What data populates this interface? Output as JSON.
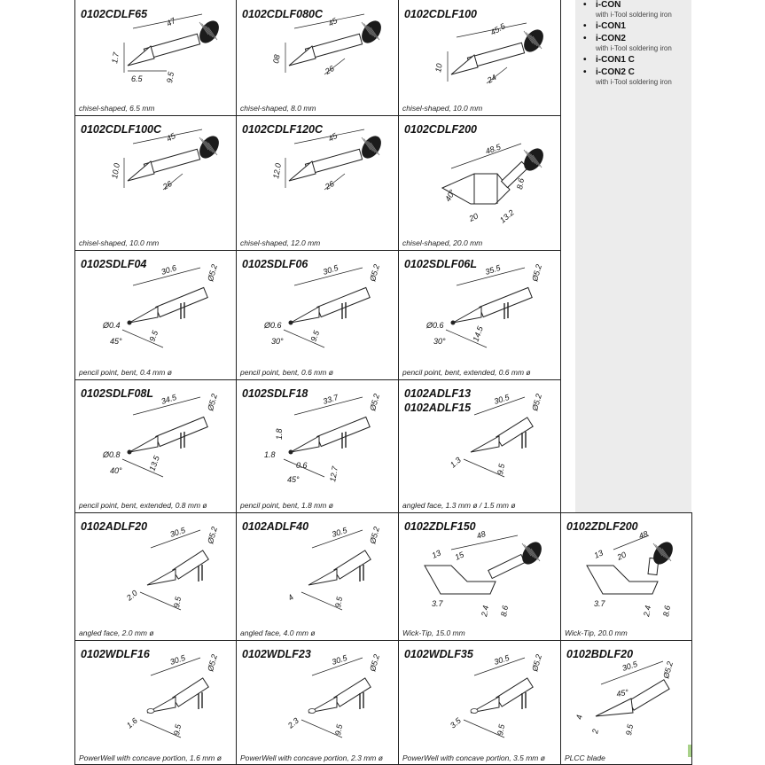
{
  "legend": [
    {
      "name": "i-CON",
      "sub": "with i-Tool soldering iron"
    },
    {
      "name": "i-CON1",
      "sub": ""
    },
    {
      "name": "i-CON2",
      "sub": "with i-Tool soldering iron"
    },
    {
      "name": "i-CON1 C",
      "sub": ""
    },
    {
      "name": "i-CON2 C",
      "sub": "with i-Tool soldering iron"
    }
  ],
  "tips": [
    {
      "code": "0102CDLF65",
      "caption": "chisel-shaped, 6.5 mm",
      "shape": "chisel",
      "dims": [
        "47",
        "1.7",
        "6.5",
        "9.5"
      ]
    },
    {
      "code": "0102CDLF080C",
      "caption": "chisel-shaped, 8.0 mm",
      "shape": "chisel",
      "dims": [
        "45",
        "08",
        "26"
      ]
    },
    {
      "code": "0102CDLF100",
      "caption": "chisel-shaped, 10.0 mm",
      "shape": "chisel",
      "dims": [
        "45.5",
        "10",
        "24"
      ]
    },
    {
      "code": "0102CDLF100C",
      "caption": "chisel-shaped, 10.0 mm",
      "shape": "chisel",
      "dims": [
        "45",
        "10.0",
        "26"
      ]
    },
    {
      "code": "0102CDLF120C",
      "caption": "chisel-shaped, 12.0 mm",
      "shape": "chisel",
      "dims": [
        "45",
        "12.0",
        "26"
      ]
    },
    {
      "code": "0102CDLF200",
      "caption": "chisel-shaped, 20.0 mm",
      "shape": "block",
      "dims": [
        "48.5",
        "40°",
        "8.6",
        "20",
        "13.2"
      ]
    },
    {
      "code": "0102SDLF04",
      "caption": "pencil point, bent, 0.4 mm ø",
      "shape": "bent",
      "dims": [
        "30.6",
        "Ø5.2",
        "Ø0.4",
        "45°",
        "9.5"
      ]
    },
    {
      "code": "0102SDLF06",
      "caption": "pencil point, bent, 0.6 mm ø",
      "shape": "bent",
      "dims": [
        "30.5",
        "Ø5.2",
        "Ø0.6",
        "30°",
        "9.5"
      ]
    },
    {
      "code": "0102SDLF06L",
      "caption": "pencil point, bent, extended, 0.6 mm ø",
      "shape": "bent",
      "dims": [
        "35.5",
        "Ø5.2",
        "Ø0.6",
        "30°",
        "14.5"
      ]
    },
    {
      "code": "0102SDLF08L",
      "caption": "pencil point, bent, extended, 0.8 mm ø",
      "shape": "bent",
      "dims": [
        "34.5",
        "Ø5.2",
        "Ø0.8",
        "40°",
        "13.5"
      ]
    },
    {
      "code": "0102SDLF18",
      "caption": "pencil point, bent, 1.8 mm ø",
      "shape": "bent",
      "dims": [
        "33.7",
        "Ø5.2",
        "1.8",
        "0.6",
        "45°",
        "12.7"
      ]
    },
    {
      "code": "0102ADLF13\n0102ADLF15",
      "caption": "angled face, 1.3 mm ø / 1.5 mm ø",
      "shape": "angled",
      "dims": [
        "30.5",
        "Ø5.2",
        "1.3",
        "9.5"
      ]
    },
    {
      "code": "0102ADLF20",
      "caption": "angled face, 2.0 mm ø",
      "shape": "angled",
      "dims": [
        "30.5",
        "Ø5.2",
        "2.0",
        "9.5"
      ]
    },
    {
      "code": "0102ADLF40",
      "caption": "angled face, 4.0 mm ø",
      "shape": "angled",
      "dims": [
        "30.5",
        "Ø5.2",
        "4",
        "9.5"
      ]
    },
    {
      "code": "0102ZDLF150",
      "caption": "Wick-Tip, 15.0 mm",
      "shape": "wick",
      "dims": [
        "48",
        "13",
        "15",
        "3.7",
        "2.4",
        "8.6"
      ]
    },
    {
      "code": "0102ZDLF200",
      "caption": "Wick-Tip, 20.0 mm",
      "shape": "wick",
      "dims": [
        "48",
        "13",
        "20",
        "3.7",
        "2.4",
        "8.6"
      ]
    },
    {
      "code": "0102WDLF16",
      "caption": "PowerWell with concave portion, 1.6 mm ø",
      "shape": "well",
      "dims": [
        "30.5",
        "Ø5.2",
        "1.6",
        "9.5"
      ]
    },
    {
      "code": "0102WDLF23",
      "caption": "PowerWell with concave portion, 2.3 mm ø",
      "shape": "well",
      "dims": [
        "30.5",
        "Ø5.2",
        "2.3",
        "9.5"
      ]
    },
    {
      "code": "0102WDLF35",
      "caption": "PowerWell with concave portion, 3.5 mm ø",
      "shape": "well",
      "dims": [
        "30.5",
        "Ø5.2",
        "3.5",
        "9.5"
      ]
    },
    {
      "code": "0102BDLF20",
      "caption": "PLCC blade",
      "shape": "blade",
      "dims": [
        "30.5",
        "Ø5.2",
        "45°",
        "4",
        "2",
        "9.5"
      ]
    }
  ]
}
